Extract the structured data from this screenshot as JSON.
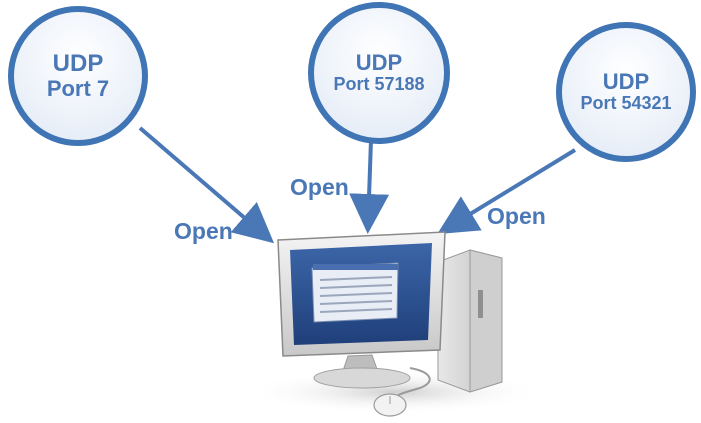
{
  "bubbles": [
    {
      "protocol": "UDP",
      "port_label": "Port 7"
    },
    {
      "protocol": "UDP",
      "port_label": "Port 57188"
    },
    {
      "protocol": "UDP",
      "port_label": "Port 54321"
    }
  ],
  "connections": [
    {
      "label": "Open"
    },
    {
      "label": "Open"
    },
    {
      "label": "Open"
    }
  ],
  "colors": {
    "accent": "#3f74b5",
    "text": "#4a78b6"
  },
  "icons": {
    "computer": "desktop-computer-icon",
    "mouse": "mouse-icon"
  }
}
